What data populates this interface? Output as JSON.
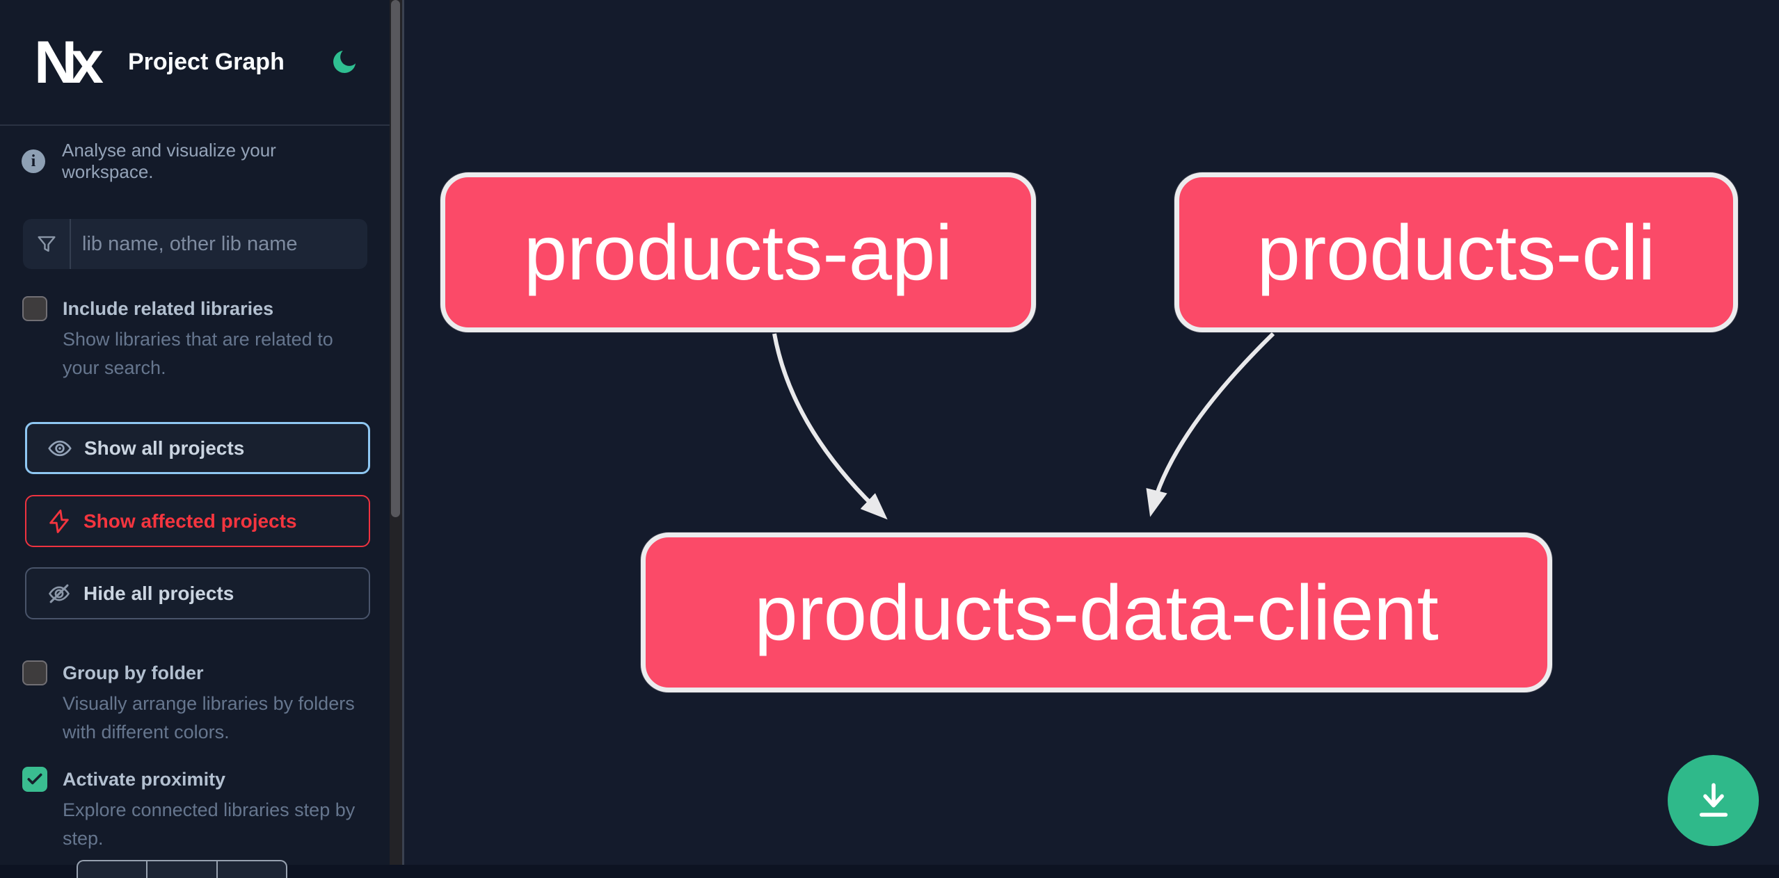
{
  "header": {
    "logo_text": "Nx",
    "title": "Project Graph"
  },
  "sidebar": {
    "tagline": "Analyse and visualize your workspace.",
    "info_glyph": "i",
    "search_placeholder": "lib name, other lib name",
    "include_related": {
      "label": "Include related libraries",
      "description": "Show libraries that are related to your search.",
      "checked": false
    },
    "actions": {
      "show_all": "Show all projects",
      "show_affected": "Show affected projects",
      "hide_all": "Hide all projects"
    },
    "group_by_folder": {
      "label": "Group by folder",
      "description": "Visually arrange libraries by folders with different colors.",
      "checked": false
    },
    "activate_proximity": {
      "label": "Activate proximity",
      "description": "Explore connected libraries step by step.",
      "checked": true
    }
  },
  "graph": {
    "nodes": [
      {
        "id": "products-api",
        "label": "products-api"
      },
      {
        "id": "products-cli",
        "label": "products-cli"
      },
      {
        "id": "products-data-client",
        "label": "products-data-client"
      }
    ],
    "edges": [
      {
        "from": "products-api",
        "to": "products-data-client"
      },
      {
        "from": "products-cli",
        "to": "products-data-client"
      }
    ]
  },
  "colors": {
    "node_fill": "#fb4a68",
    "node_border": "#ececee",
    "edge": "#e9e9eb",
    "accent_green": "#2fbf91",
    "affected_red": "#f4353f",
    "focus_blue": "#8fc7f2",
    "sidebar_bg": "#131a29",
    "canvas_bg": "#141b2c"
  }
}
